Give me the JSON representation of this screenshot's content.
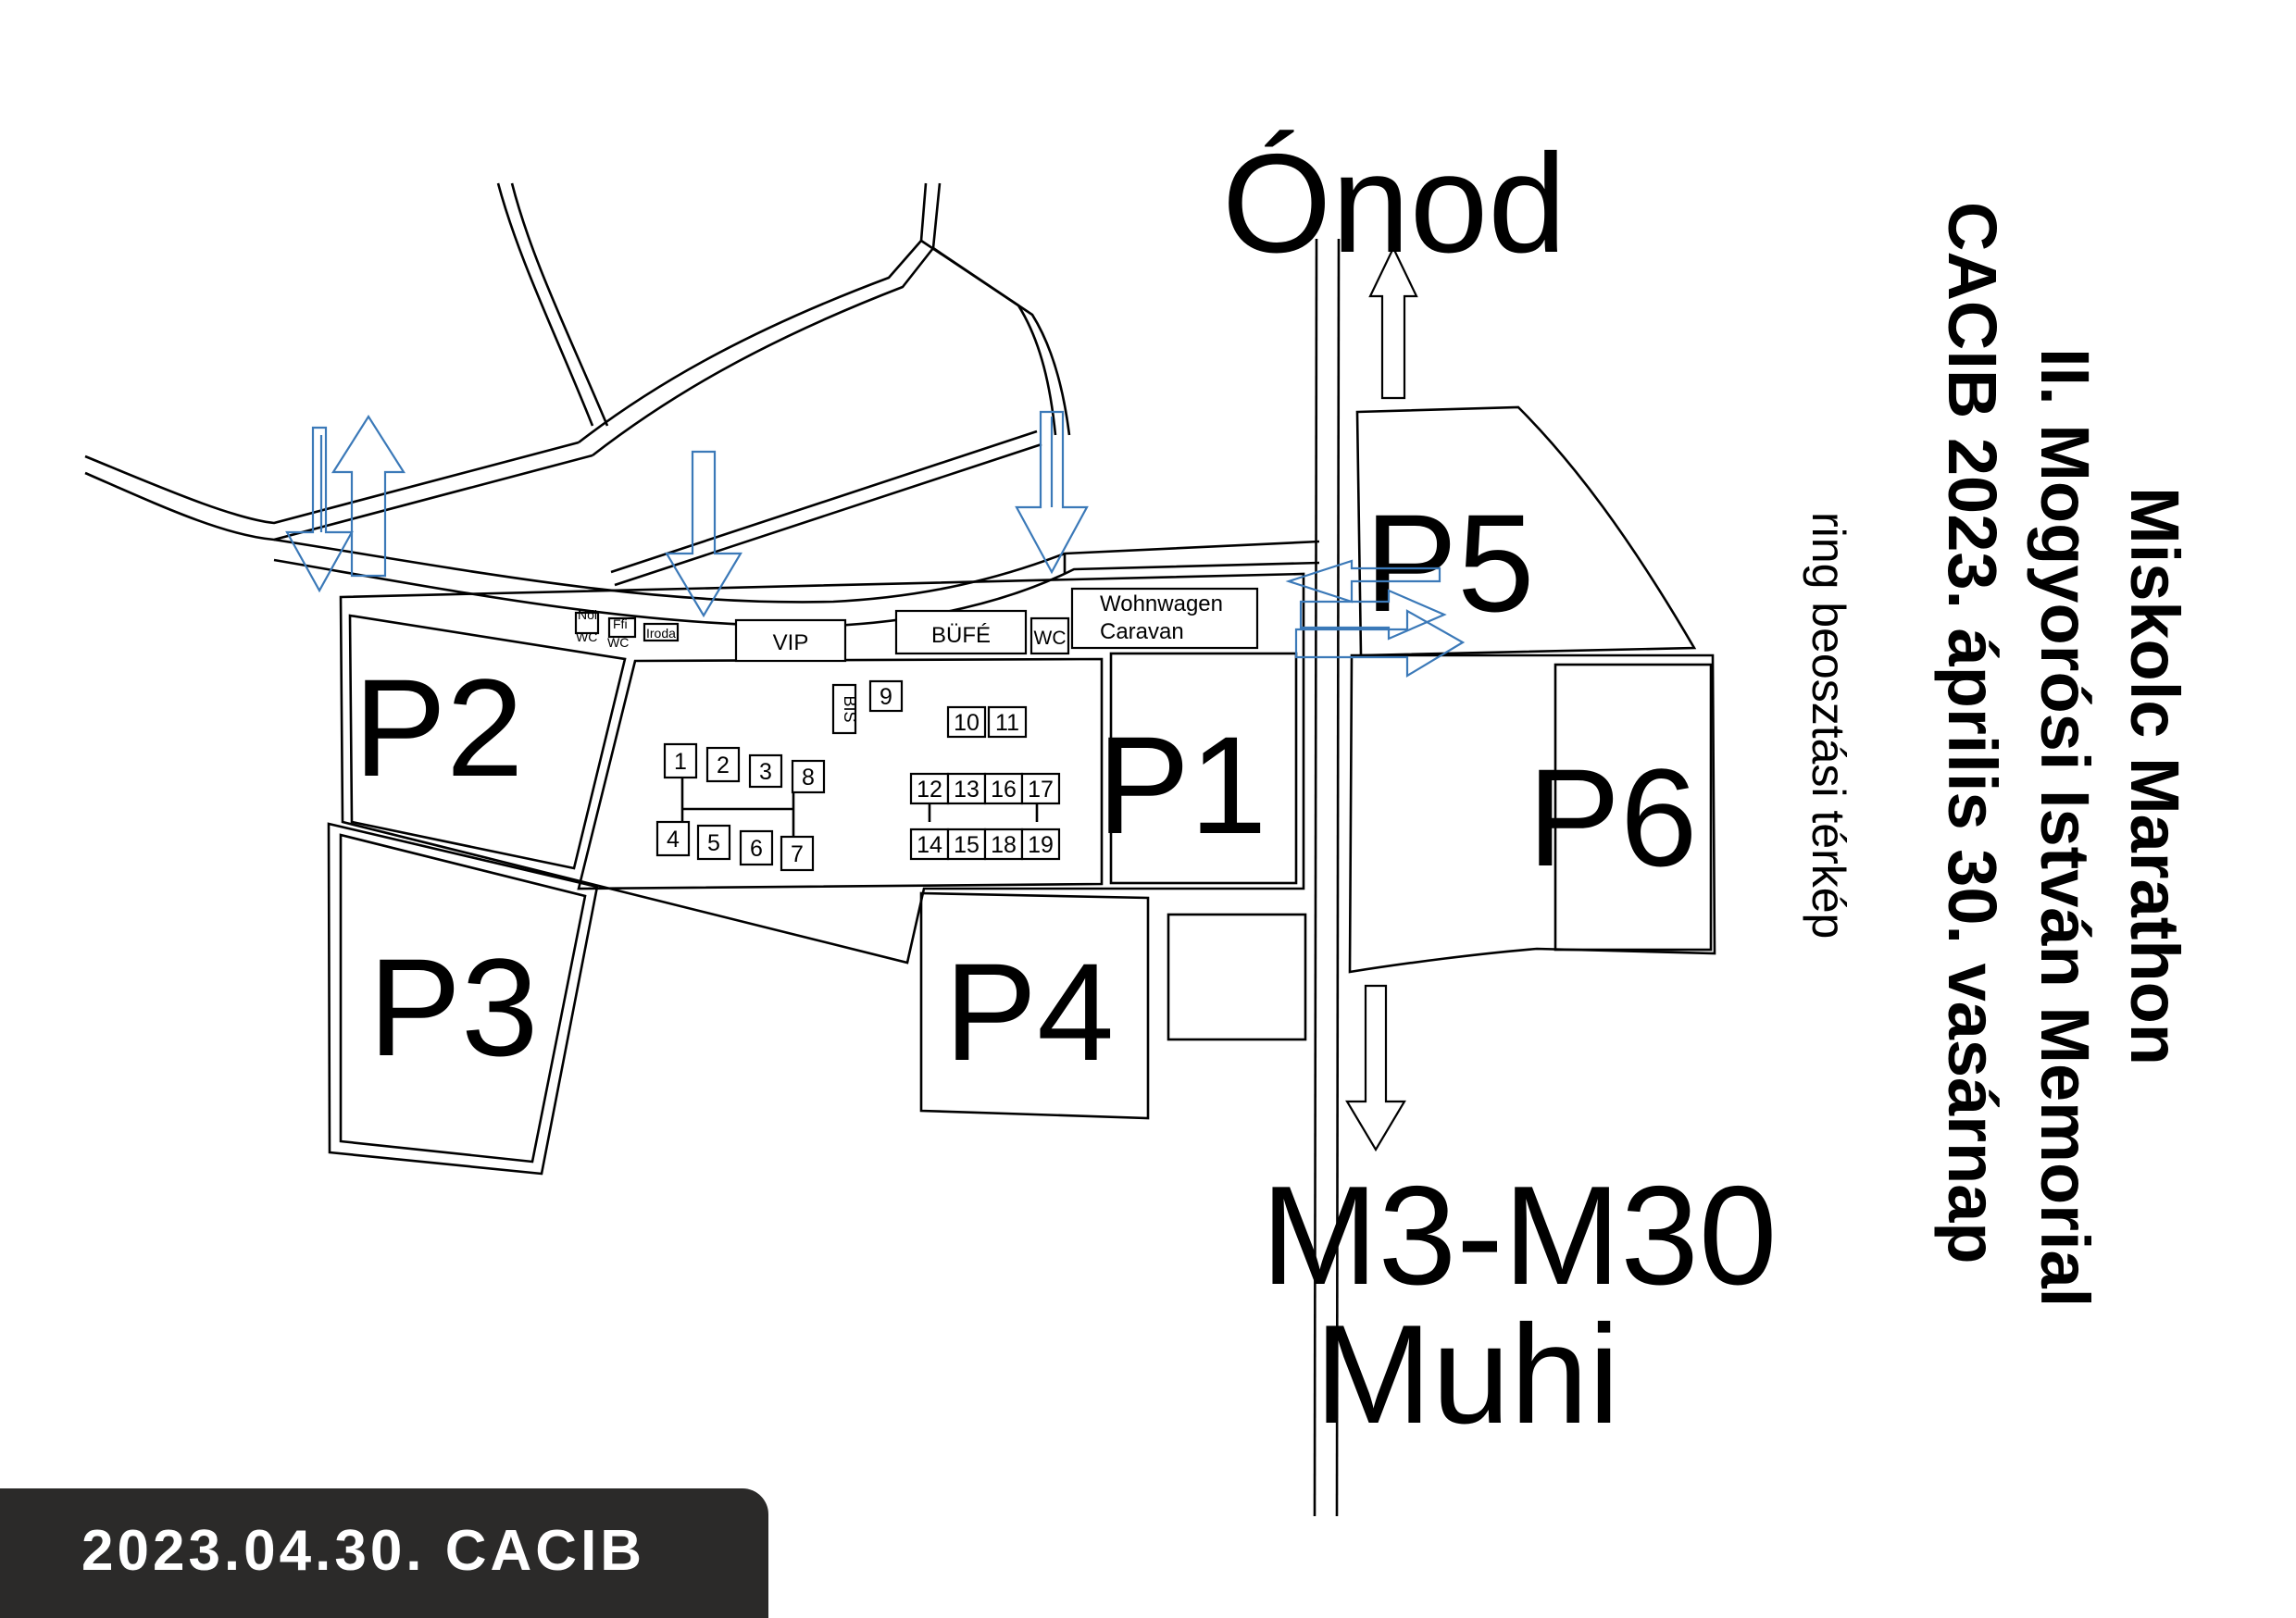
{
  "destinations": {
    "north": "Ónod",
    "south_line1": "M3-M30",
    "south_line2": "Muhi"
  },
  "parking": [
    "P1",
    "P2",
    "P3",
    "P4",
    "P5",
    "P6"
  ],
  "facilities": {
    "vip": "VIP",
    "bufe": "BÜFÉ",
    "wc": "WC",
    "wohnwagen": "Wohnwagen",
    "caravan": "Caravan",
    "noi": "Női",
    "noi_wc": "WC",
    "ffi": "Ffi",
    "ffi_wc": "WC",
    "iroda": "Iroda",
    "bis": "BIS"
  },
  "rings": [
    "1",
    "2",
    "3",
    "8",
    "4",
    "5",
    "6",
    "7",
    "9",
    "10",
    "11",
    "12",
    "13",
    "16",
    "17",
    "14",
    "15",
    "18",
    "19"
  ],
  "title": {
    "line1": "Miskolc Marathon",
    "line2": "II. Mogyorósi István Memorial",
    "line3": "CACIB 2023. április 30. vasárnap",
    "line4": "ring beosztási térkép"
  },
  "footer": "2023.04.30. CACIB",
  "colors": {
    "arrow_blue": "#3b79b8",
    "footer_bg": "#2b2a29",
    "footer_text": "#ffffff"
  }
}
